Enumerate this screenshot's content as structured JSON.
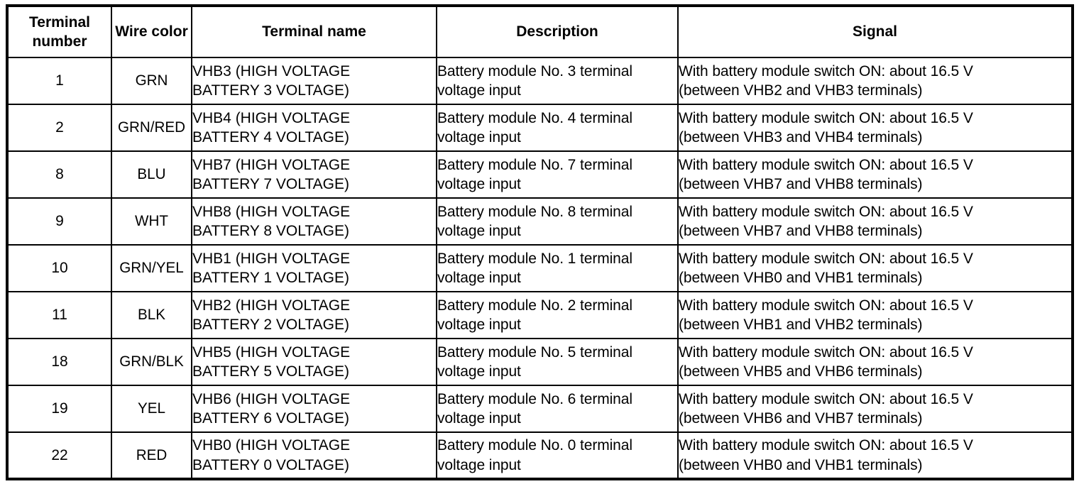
{
  "table": {
    "columns": [
      {
        "id": "terminal_number",
        "header_lines": [
          "Terminal",
          "number"
        ]
      },
      {
        "id": "wire_color",
        "header_lines": [
          "Wire",
          "color"
        ]
      },
      {
        "id": "terminal_name",
        "header_lines": [
          "Terminal name"
        ]
      },
      {
        "id": "description",
        "header_lines": [
          "Description"
        ]
      },
      {
        "id": "signal",
        "header_lines": [
          "Signal"
        ]
      }
    ],
    "rows": [
      {
        "terminal_number": "1",
        "wire_color": "GRN",
        "terminal_name_lines": [
          "VHB3 (HIGH VOLTAGE",
          "BATTERY 3 VOLTAGE)"
        ],
        "description_lines": [
          "Battery module No. 3 terminal",
          "voltage input"
        ],
        "signal_lines": [
          "With battery module switch ON: about 16.5 V",
          "(between VHB2 and VHB3 terminals)"
        ]
      },
      {
        "terminal_number": "2",
        "wire_color": "GRN/RED",
        "terminal_name_lines": [
          "VHB4 (HIGH VOLTAGE",
          "BATTERY 4 VOLTAGE)"
        ],
        "description_lines": [
          "Battery module No. 4 terminal",
          "voltage input"
        ],
        "signal_lines": [
          "With battery module switch ON: about 16.5 V",
          "(between VHB3 and VHB4 terminals)"
        ]
      },
      {
        "terminal_number": "8",
        "wire_color": "BLU",
        "terminal_name_lines": [
          "VHB7 (HIGH VOLTAGE",
          "BATTERY 7 VOLTAGE)"
        ],
        "description_lines": [
          "Battery module No. 7 terminal",
          "voltage input"
        ],
        "signal_lines": [
          "With battery module switch ON: about 16.5 V",
          "(between VHB7 and VHB8 terminals)"
        ]
      },
      {
        "terminal_number": "9",
        "wire_color": "WHT",
        "terminal_name_lines": [
          "VHB8 (HIGH VOLTAGE",
          "BATTERY 8 VOLTAGE)"
        ],
        "description_lines": [
          "Battery module No. 8 terminal",
          "voltage input"
        ],
        "signal_lines": [
          "With battery module switch ON: about 16.5 V",
          "(between VHB7 and VHB8 terminals)"
        ]
      },
      {
        "terminal_number": "10",
        "wire_color": "GRN/YEL",
        "terminal_name_lines": [
          "VHB1 (HIGH VOLTAGE",
          "BATTERY 1 VOLTAGE)"
        ],
        "description_lines": [
          "Battery module No. 1 terminal",
          "voltage input"
        ],
        "signal_lines": [
          "With battery module switch ON: about 16.5 V",
          "(between VHB0 and VHB1 terminals)"
        ]
      },
      {
        "terminal_number": "11",
        "wire_color": "BLK",
        "terminal_name_lines": [
          "VHB2 (HIGH VOLTAGE",
          "BATTERY 2 VOLTAGE)"
        ],
        "description_lines": [
          "Battery module No. 2 terminal",
          "voltage input"
        ],
        "signal_lines": [
          "With battery module switch ON: about 16.5 V",
          "(between VHB1 and VHB2 terminals)"
        ]
      },
      {
        "terminal_number": "18",
        "wire_color": "GRN/BLK",
        "terminal_name_lines": [
          "VHB5 (HIGH VOLTAGE",
          "BATTERY 5 VOLTAGE)"
        ],
        "description_lines": [
          "Battery module No. 5 terminal",
          "voltage input"
        ],
        "signal_lines": [
          "With battery module switch ON: about 16.5 V",
          "(between VHB5 and VHB6 terminals)"
        ]
      },
      {
        "terminal_number": "19",
        "wire_color": "YEL",
        "terminal_name_lines": [
          "VHB6 (HIGH VOLTAGE",
          "BATTERY 6 VOLTAGE)"
        ],
        "description_lines": [
          "Battery module No. 6 terminal",
          "voltage input"
        ],
        "signal_lines": [
          "With battery module switch ON: about 16.5 V",
          "(between VHB6 and VHB7 terminals)"
        ]
      },
      {
        "terminal_number": "22",
        "wire_color": "RED",
        "terminal_name_lines": [
          "VHB0 (HIGH VOLTAGE",
          "BATTERY 0 VOLTAGE)"
        ],
        "description_lines": [
          "Battery module No. 0 terminal",
          "voltage input"
        ],
        "signal_lines": [
          "With battery module switch ON: about 16.5 V",
          "(between VHB0 and VHB1 terminals)"
        ]
      }
    ]
  }
}
